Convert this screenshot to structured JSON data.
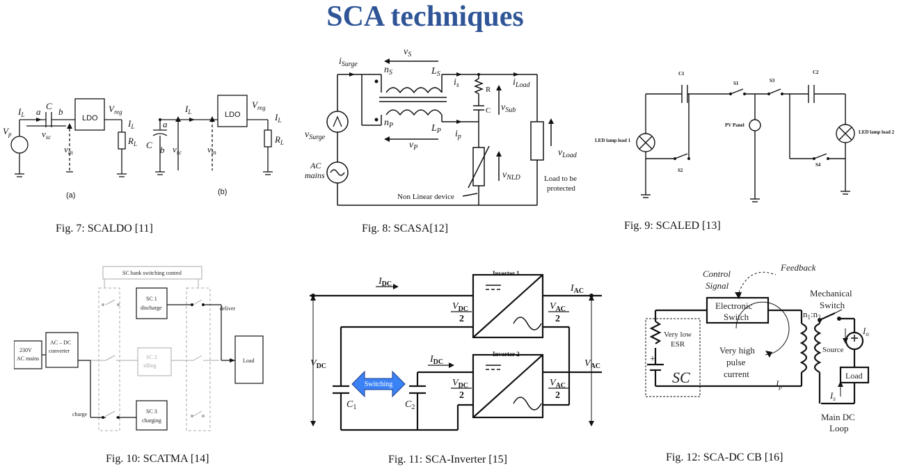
{
  "title": "SCA techniques",
  "figures": [
    {
      "caption": "Fig. 7: SCALDO [11]"
    },
    {
      "caption": "Fig. 8:  SCASA[12]"
    },
    {
      "caption": "Fig. 9:  SCALED [13]"
    },
    {
      "caption": "Fig. 10:  SCATMA [14]"
    },
    {
      "caption": "Fig. 11:  SCA-Inverter [15]"
    },
    {
      "caption": "Fig. 12:  SCA-DC CB [16]"
    }
  ],
  "fig7": {
    "ldo": "LDO",
    "vp": "V",
    "vp_sub": "p",
    "il": "I",
    "il_sub": "L",
    "c": "C",
    "a": "a",
    "b": "b",
    "vsc": "v",
    "vsc_sub": "sc",
    "vin": "v",
    "vin_sub": "in",
    "vreg": "V",
    "vreg_sub": "reg",
    "rl": "R",
    "rl_sub": "L",
    "label_a": "(a)",
    "label_b": "(b)"
  },
  "fig8": {
    "isurge": "i",
    "isurge_sub": "Surge",
    "vs": "v",
    "vs_sub": "S",
    "ns": "n",
    "ns_sub": "S",
    "ls": "L",
    "ls_sub": "S",
    "is": "i",
    "is_sub": "s",
    "iload": "i",
    "iload_sub": "Load",
    "r": "R",
    "c": "C",
    "vsub": "v",
    "vsub_sub": "Sub",
    "np": "n",
    "np_sub": "P",
    "lp": "L",
    "lp_sub": "P",
    "ip": "i",
    "ip_sub": "p",
    "vp": "v",
    "vp_sub": "P",
    "vsurge": "v",
    "vsurge_sub": "Surge",
    "ac1": "AC",
    "ac2": "mains",
    "vnld": "v",
    "vnld_sub": "NLD",
    "vload": "v",
    "vload_sub": "Load",
    "nonlinear": "Non Linear device",
    "load1": "Load to be",
    "load2": "protected"
  },
  "fig9": {
    "c1": "C1",
    "c2": "C2",
    "s1": "S1",
    "s2": "S2",
    "s3": "S3",
    "s4": "S4",
    "pv": "PV Panel",
    "led1": "LED lamp load 1",
    "led2": "LED lamp load 2"
  },
  "fig10": {
    "control": "SC bank switching control",
    "mains1": "230V",
    "mains2": "AC mains",
    "conv1": "AC – DC",
    "conv2": "converter",
    "sc1a": "SC 1",
    "sc1b": "discharge",
    "sc2a": "SC 2",
    "sc2b": "idling",
    "sc3a": "SC 3",
    "sc3b": "charging",
    "deliver": "deliver",
    "charge": "charge",
    "load": "Load"
  },
  "fig11": {
    "inv1": "Inverter 1",
    "inv2": "Inverter 2",
    "idc": "I",
    "idc_sub": "DC",
    "iac": "I",
    "iac_sub": "AC",
    "vdc": "V",
    "vdc_sub": "DC",
    "vac": "V",
    "vac_sub": "AC",
    "two": "2",
    "switching": "Switching",
    "c1": "C",
    "c1_sub": "1",
    "c2": "C",
    "c2_sub": "2"
  },
  "fig12": {
    "control1": "Control",
    "control2": "Signal",
    "feedback": "Feedback",
    "es1": "Electronic",
    "es2": "Switch",
    "ms1": "Mechanical",
    "ms2": "Switch",
    "n": "n",
    "n1": "1",
    "colon": ":",
    "n2": "2",
    "esr1": "Very low",
    "esr2": "ESR",
    "vh1": "Very high",
    "vh2": "pulse",
    "vh3": "current",
    "sc": "SC",
    "ip": "I",
    "ip_sub": "p",
    "io": "I",
    "io_sub": "o",
    "is": "I",
    "is_sub": "s",
    "source": "Source",
    "load": "Load",
    "loop1": "Main DC",
    "loop2": "Loop"
  }
}
